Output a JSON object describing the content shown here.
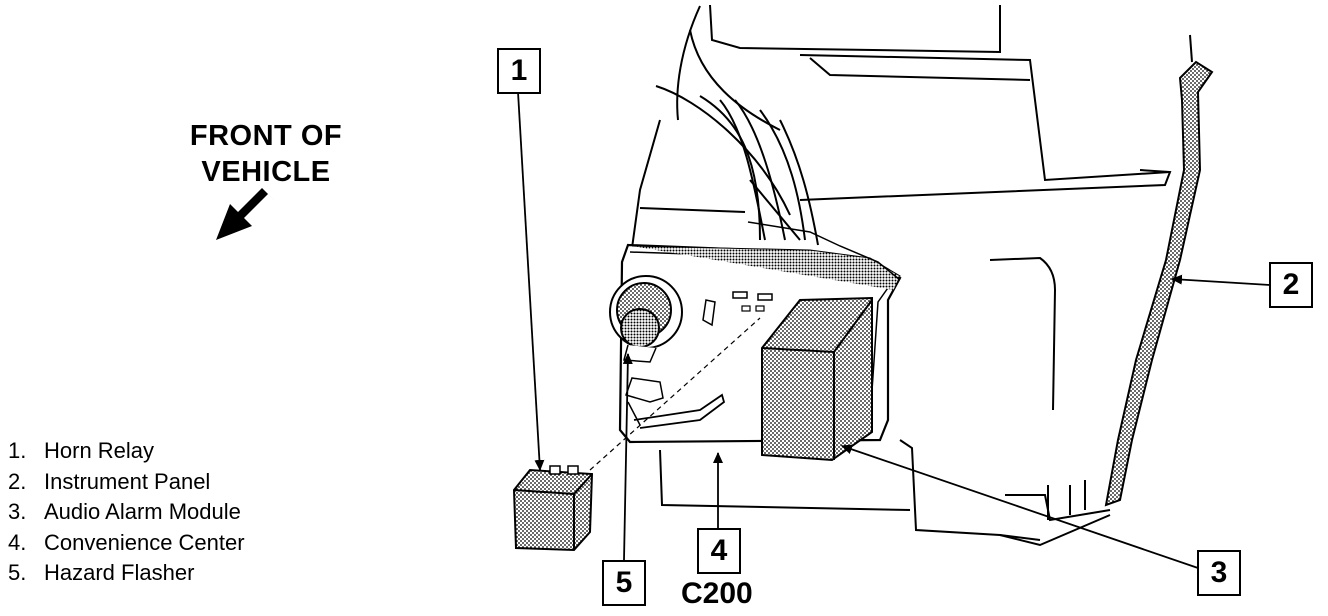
{
  "orientation": {
    "line1": "FRONT OF",
    "line2": "VEHICLE"
  },
  "legend": [
    {
      "num": "1.",
      "label": "Horn Relay"
    },
    {
      "num": "2.",
      "label": "Instrument Panel"
    },
    {
      "num": "3.",
      "label": "Audio Alarm Module"
    },
    {
      "num": "4.",
      "label": "Convenience Center"
    },
    {
      "num": "5.",
      "label": "Hazard Flasher"
    }
  ],
  "callouts": [
    "1",
    "2",
    "3",
    "4",
    "5"
  ],
  "connector_code": "C200",
  "colors": {
    "ink": "#000000",
    "paper": "#ffffff"
  }
}
